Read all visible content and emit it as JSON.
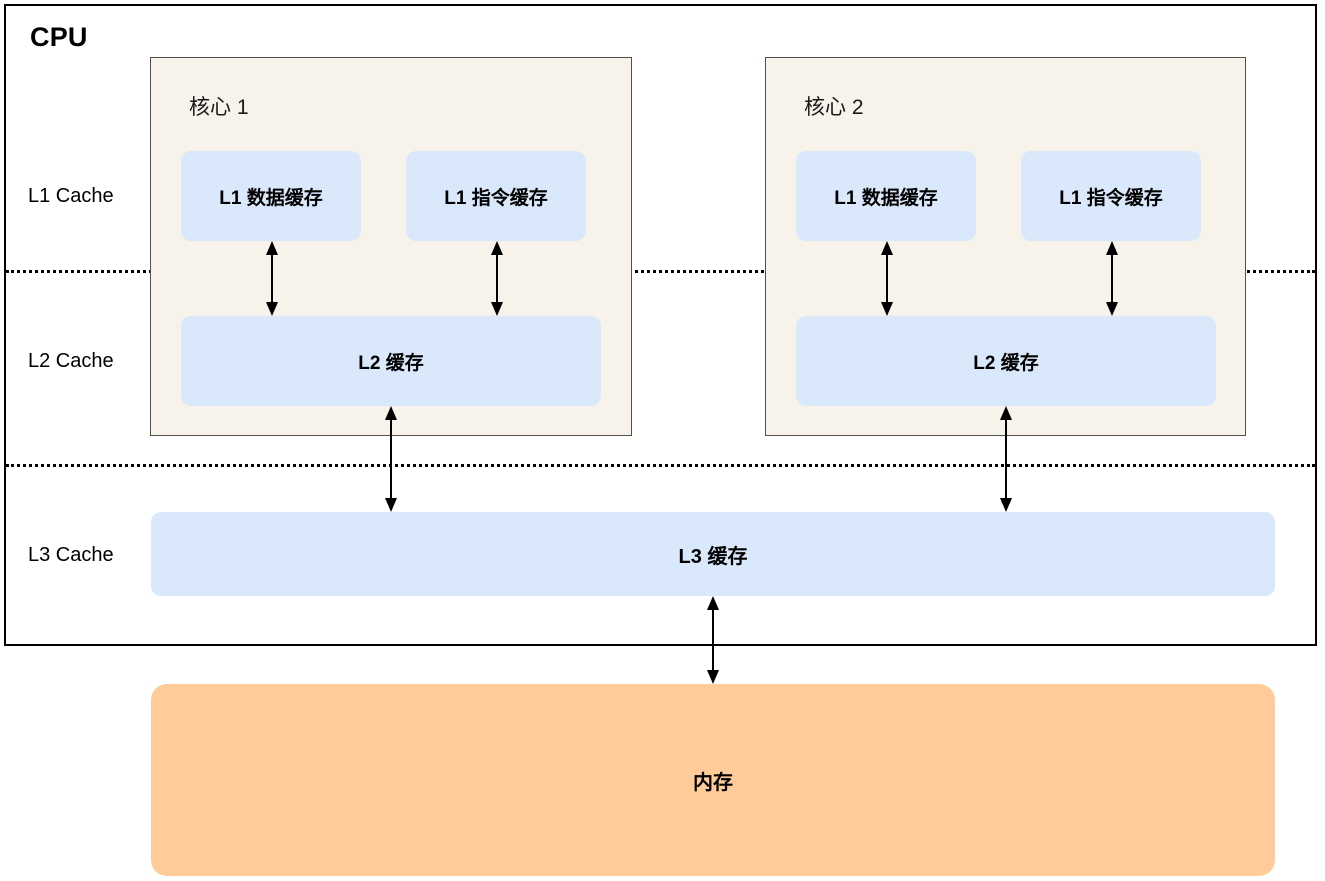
{
  "diagram": {
    "title": "CPU",
    "memory": {
      "label": "内存"
    },
    "level_labels": [
      {
        "id": "l1",
        "label": "L1 Cache"
      },
      {
        "id": "l2",
        "label": "L2 Cache"
      },
      {
        "id": "l3",
        "label": "L3 Cache"
      }
    ],
    "cores": [
      {
        "id": "core-1",
        "label": "核心 1",
        "l1_data": "L1 数据缓存",
        "l1_instruction": "L1 指令缓存",
        "l2": "L2 缓存"
      },
      {
        "id": "core-2",
        "label": "核心 2",
        "l1_data": "L1 数据缓存",
        "l1_instruction": "L1 指令缓存",
        "l2": "L2 缓存"
      }
    ],
    "l3": {
      "label": "L3 缓存"
    },
    "colors": {
      "cache_fill": "#dae8fc",
      "core_fill": "#f7f3eb",
      "core_border": "#51504b",
      "memory_fill": "#ffcc99",
      "outline": "#000000",
      "page_background": "#ffffff"
    },
    "connections": [
      {
        "from": "core-1-l2",
        "to": "core-1-l1-data",
        "style": "double-arrow"
      },
      {
        "from": "core-1-l2",
        "to": "core-1-l1-instruction",
        "style": "double-arrow"
      },
      {
        "from": "core-2-l2",
        "to": "core-2-l1-data",
        "style": "double-arrow"
      },
      {
        "from": "core-2-l2",
        "to": "core-2-l1-instruction",
        "style": "double-arrow"
      },
      {
        "from": "core-1-l2",
        "to": "l3-cache",
        "style": "double-arrow"
      },
      {
        "from": "core-2-l2",
        "to": "l3-cache",
        "style": "double-arrow"
      },
      {
        "from": "l3-cache",
        "to": "memory",
        "style": "double-arrow"
      }
    ]
  }
}
